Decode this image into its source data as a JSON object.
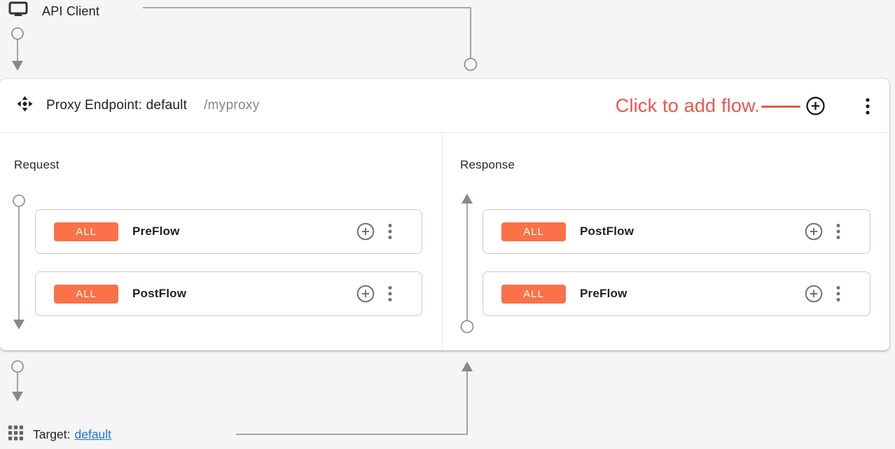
{
  "colors": {
    "background": "#F5F5F6",
    "panel": "#FFFFFF",
    "badge_orange": "#FB7148",
    "annotation_red": "#F2544A",
    "link_blue": "#1A73E8",
    "connector_gray": "#8C8F93"
  },
  "api_client": {
    "icon": "monitor-icon",
    "label": "API Client"
  },
  "proxy_endpoint": {
    "icon": "move-arrows-icon",
    "title": "Proxy Endpoint: default",
    "path": "/myproxy",
    "annotation": "Click to add flow.",
    "add_flow_icon": "plus-circle-icon",
    "menu_icon": "more-vert-icon",
    "request": {
      "label": "Request",
      "flows": [
        {
          "badge": "ALL",
          "name": "PreFlow"
        },
        {
          "badge": "ALL",
          "name": "PostFlow"
        }
      ]
    },
    "response": {
      "label": "Response",
      "flows": [
        {
          "badge": "ALL",
          "name": "PostFlow"
        },
        {
          "badge": "ALL",
          "name": "PreFlow"
        }
      ]
    }
  },
  "target": {
    "icon": "apps-grid-icon",
    "label": "Target:",
    "link_text": "default"
  }
}
